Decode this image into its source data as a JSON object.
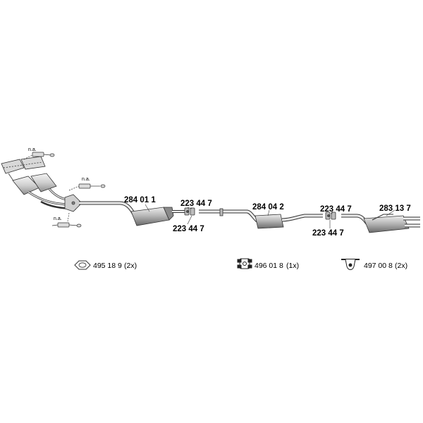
{
  "diagram": {
    "part_labels": {
      "front_silencer": "284 01 1",
      "clamp_1_top": "223 44 7",
      "clamp_1_bottom": "223 44 7",
      "middle_silencer": "284 04 2",
      "clamp_2_top": "223 44 7",
      "clamp_2_bottom": "223 44 7",
      "rear_silencer": "283 13 7"
    },
    "na_labels": {
      "top": "n.a.",
      "right": "n.a.",
      "bottom": "n.a."
    },
    "legend": [
      {
        "icon": "rubber-ring-icon",
        "part": "495 18 9",
        "qty": "(2x)"
      },
      {
        "icon": "rubber-mount-icon",
        "part": "496 01 8",
        "qty": "(1x)"
      },
      {
        "icon": "hanger-bracket-icon",
        "part": "497 00 8",
        "qty": "(2x)"
      }
    ],
    "colors": {
      "outline": "#333333",
      "fill_light": "#e4e4e4",
      "fill_dark": "#9a9a9a"
    }
  }
}
